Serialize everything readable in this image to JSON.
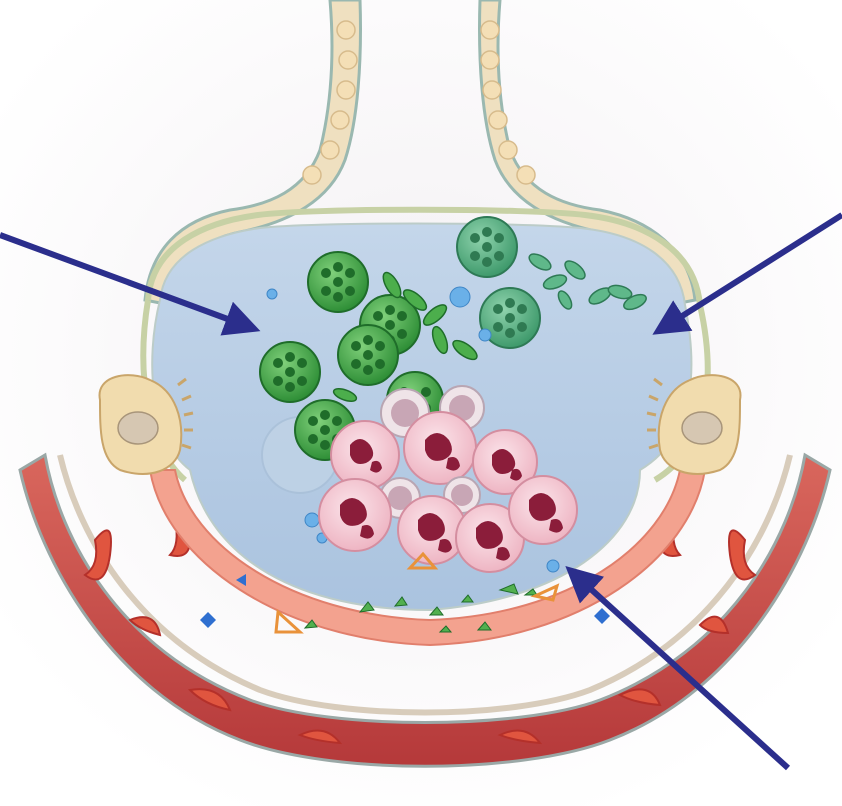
{
  "figure": {
    "kind": "illustration",
    "subject": "alveolar-sac-cross-section",
    "labels_printed": []
  },
  "palette": {
    "lumen": "#b9cfe6",
    "lumen_light": "#d3e2f1",
    "wall_tan": "#e6d2a8",
    "wall_outline": "#9ab8b0",
    "vessel_red": "#c8453d",
    "vessel_dark": "#a52f2c",
    "membrane_pink": "#f2a18e",
    "green_cell": "#3f9f42",
    "green_cell_light": "#6fc36f",
    "teal_cell": "#48a67b",
    "neutrophil": "#f4c6d0",
    "neutrophil_nucleus": "#8b1d3a",
    "arrow": "#2b2e8c",
    "orange_marker": "#e9923a",
    "blue_marker": "#2f6fd0"
  },
  "arrows": [
    {
      "name": "arrow-upper-left",
      "target": "green-cell-cluster"
    },
    {
      "name": "arrow-upper-right",
      "target": "alveolar-lumen-right"
    },
    {
      "name": "arrow-lower-right",
      "target": "neutrophil-cluster"
    }
  ]
}
